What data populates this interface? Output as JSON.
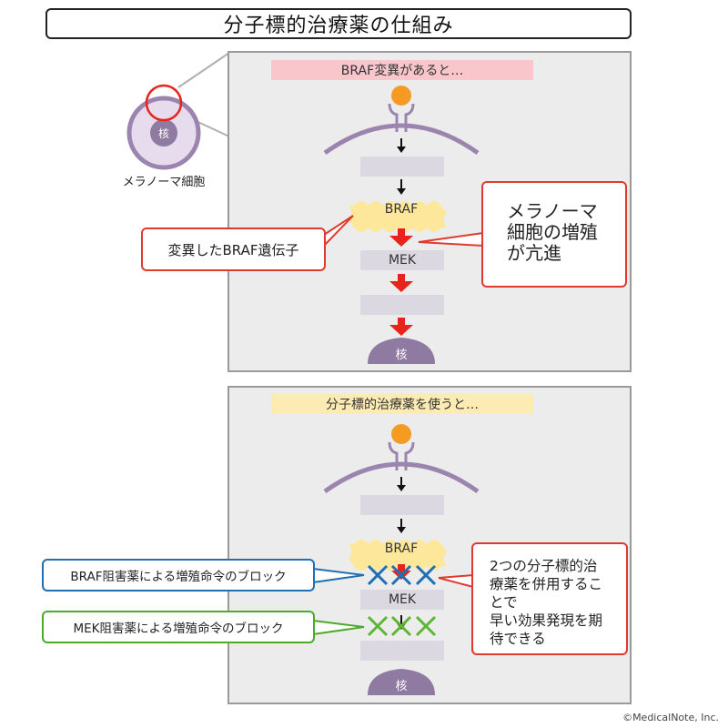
{
  "title": "分子標的治療薬の仕組み",
  "cell": {
    "nucleus_label": "核",
    "caption": "メラノーマ細胞"
  },
  "panel1": {
    "header": "BRAF変異があると…",
    "braf_label": "BRAF",
    "mek_label": "MEK",
    "nucleus_label": "核",
    "left_callout": "変異したBRAF遺伝子",
    "right_callout_lines": [
      "メラノーマ",
      "細胞の増殖",
      "が亢進"
    ]
  },
  "panel2": {
    "header": "分子標的治療薬を使うと…",
    "braf_label": "BRAF",
    "mek_label": "MEK",
    "nucleus_label": "核",
    "braf_block_callout": "BRAF阻害薬による増殖命令のブロック",
    "mek_block_callout": "MEK阻害薬による増殖命令のブロック",
    "right_callout_lines": [
      "2つの分子標的治",
      "療薬を併用するこ",
      "とで",
      "早い効果発現を期",
      "待できる"
    ]
  },
  "credit": "©MedicalNote, Inc.",
  "colors": {
    "red": "#e8231b",
    "orange": "#f59a23",
    "purple": "#9b84ad",
    "braf_yellow": "#fde79a",
    "pink_header": "#f9c6cc",
    "yellow_header": "#fdebb4",
    "blue_x": "#1f6fb2",
    "green_x": "#5db534"
  }
}
